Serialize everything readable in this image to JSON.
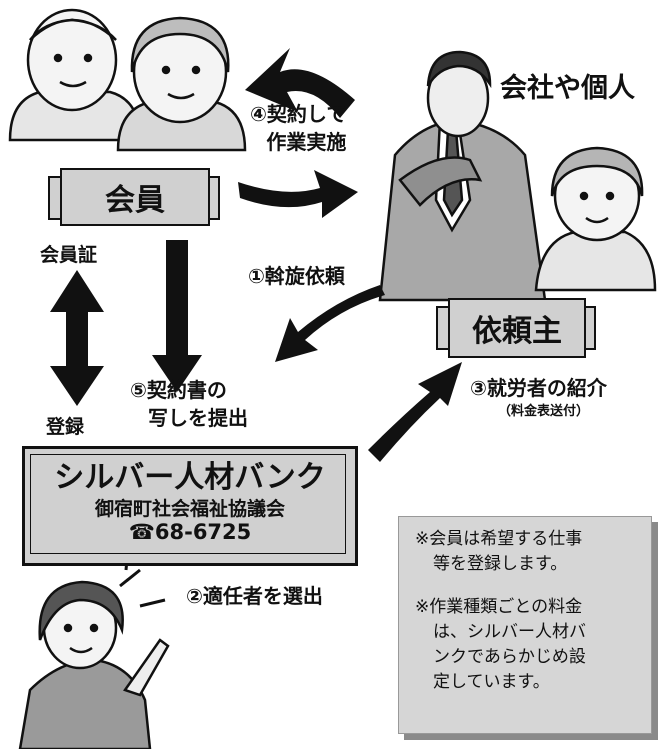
{
  "company": "会社や個人",
  "member_box": "会員",
  "step4": {
    "line1": "④契約して",
    "line2": "作業実施"
  },
  "member_card": "会員証",
  "step1": "①斡旋依頼",
  "requester_box": "依頼主",
  "step5": {
    "line1": "⑤契約書の",
    "line2": "写しを提出"
  },
  "register": "登録",
  "step3": "③就労者の紹介",
  "step3_sub": "（料金表送付）",
  "center": {
    "title": "シルバー人材バンク",
    "org": "御宿町社会福祉協議会",
    "phone": "☎68-6725"
  },
  "step2": "②適任者を選出",
  "notes": [
    "※会員は希望する仕事\n等を登録します。",
    "※作業種類ごとの料金\nは、シルバー人材バ\nンクであらかじめ設\n定しています。"
  ]
}
